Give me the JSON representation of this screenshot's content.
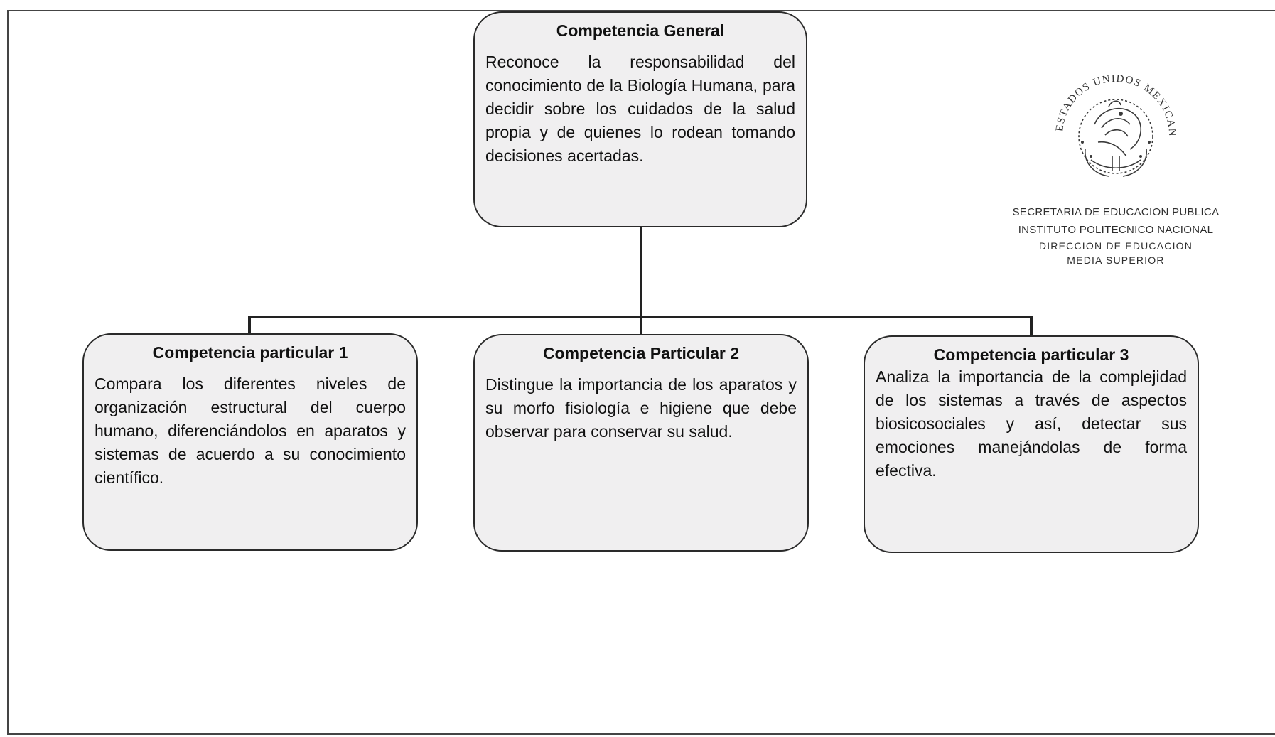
{
  "general": {
    "title": "Competencia General",
    "text": "Reconoce la responsabilidad del conocimiento de la Biología Humana, para decidir sobre los cuidados de la salud propia y de quienes lo rodean tomando decisiones acertadas."
  },
  "particulars": [
    {
      "title": "Competencia particular 1",
      "text": "Compara los diferentes niveles de organización estructural del cuerpo humano, diferenciándolos en aparatos y sistemas de acuerdo a su conocimiento científico."
    },
    {
      "title": "Competencia Particular 2",
      "text": "Distingue la importancia de los aparatos y su morfo fisiología e higiene que debe observar para conservar su salud."
    },
    {
      "title": "Competencia particular 3",
      "text": "Analiza la importancia de la complejidad de los sistemas a través de aspectos biosicosociales y así, detectar sus emociones manejándolas de forma efectiva."
    }
  ],
  "seal": {
    "ring_text": "ESTADOS UNIDOS MEXICANOS",
    "line1": "SECRETARIA DE EDUCACION PUBLICA",
    "line2": "INSTITUTO POLITECNICO NACIONAL",
    "line3": "DIRECCION DE EDUCACION",
    "line4": "MEDIA SUPERIOR"
  },
  "colors": {
    "box_fill": "#f0eff0",
    "box_border": "#2a2a2a",
    "connector": "#222222",
    "seal_ink": "#2e2e2e"
  }
}
